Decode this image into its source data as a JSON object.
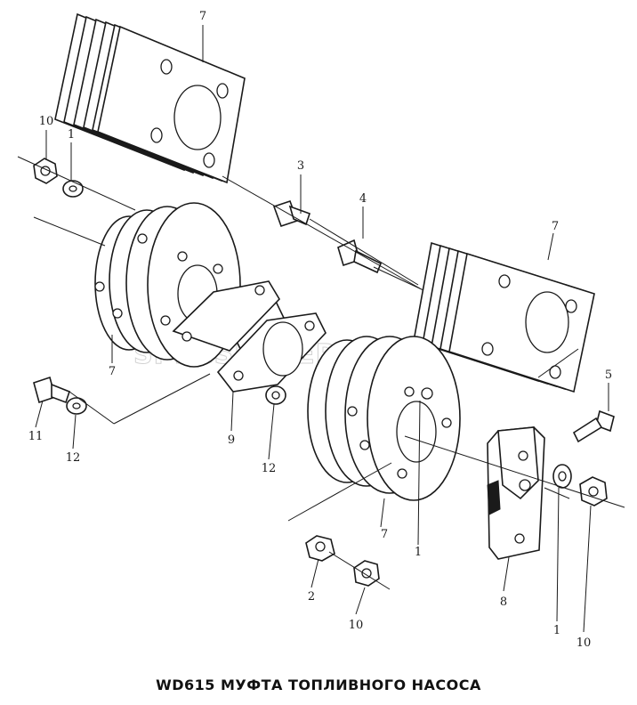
{
  "caption": "WD615 МУФТА ТОПЛИВНОГО НАСОСА",
  "watermark": "SPECSERVER.COM",
  "callouts": [
    "7",
    "10",
    "1",
    "3",
    "4",
    "7",
    "5",
    "11",
    "12",
    "9",
    "12",
    "7",
    "1",
    "2",
    "10",
    "8",
    "1",
    "10"
  ],
  "colors": {
    "line": "#1a1a1a",
    "background": "#ffffff",
    "watermark": "#d2d2d2"
  }
}
